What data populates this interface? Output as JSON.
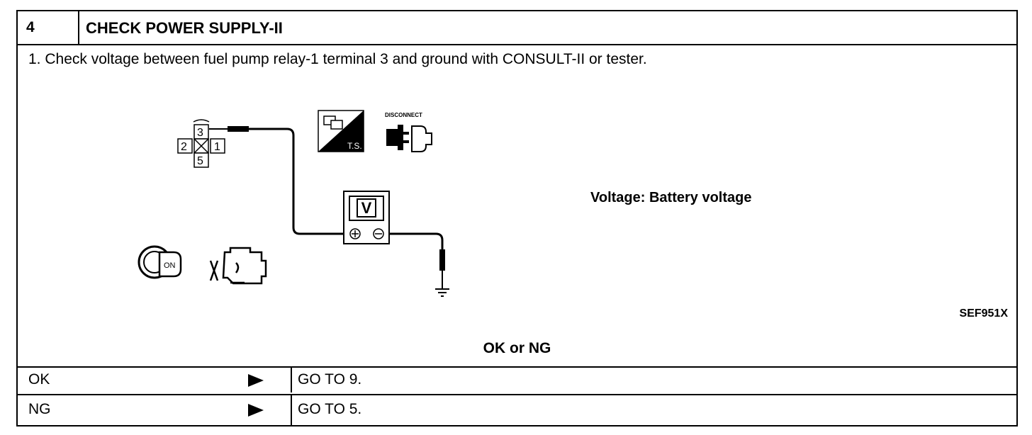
{
  "header": {
    "step_number": "4",
    "title": "CHECK POWER SUPPLY-II"
  },
  "instruction": "1.  Check voltage between fuel pump relay-1 terminal 3 and ground with CONSULT-II or tester.",
  "diagram": {
    "relay_terminals": [
      "3",
      "2",
      "1",
      "5"
    ],
    "meter_label": "V",
    "ts_label": "T.S.",
    "disconnect_label": "DISCONNECT",
    "ignition_label": "ON",
    "spec": "Voltage: Battery voltage",
    "figure_code": "SEF951X"
  },
  "result_prompt": "OK or NG",
  "results": [
    {
      "condition": "OK",
      "action": "GO TO 9."
    },
    {
      "condition": "NG",
      "action": "GO TO 5."
    }
  ]
}
